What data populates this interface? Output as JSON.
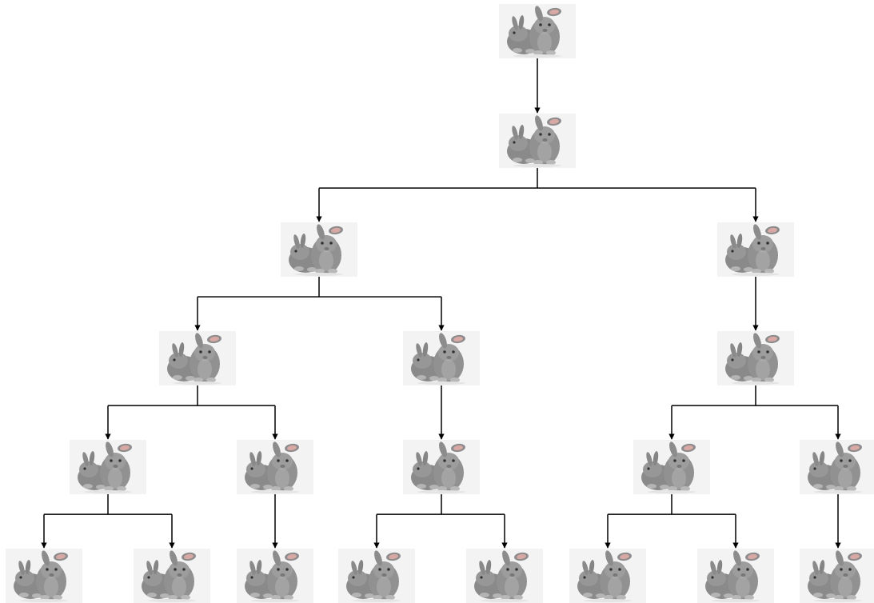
{
  "diagram": {
    "type": "tree",
    "node_image": "rabbit-pair",
    "edge_style": "orthogonal-arrow",
    "colors": {
      "background": "#ffffff",
      "node_backdrop": "#f3f3f3",
      "rabbit_fur": "#8f8f8f",
      "rabbit_fur_light": "#b2b2b2",
      "inner_ear": "#d8a8a4",
      "edge": "#000000"
    },
    "nodes": [
      {
        "id": "n1",
        "level": 1,
        "parent": null
      },
      {
        "id": "n2",
        "level": 2,
        "parent": "n1"
      },
      {
        "id": "n3",
        "level": 3,
        "parent": "n2"
      },
      {
        "id": "n4",
        "level": 3,
        "parent": "n2"
      },
      {
        "id": "n5",
        "level": 4,
        "parent": "n3"
      },
      {
        "id": "n6",
        "level": 4,
        "parent": "n3"
      },
      {
        "id": "n7",
        "level": 4,
        "parent": "n4"
      },
      {
        "id": "n8",
        "level": 5,
        "parent": "n5"
      },
      {
        "id": "n9",
        "level": 5,
        "parent": "n5"
      },
      {
        "id": "n10",
        "level": 5,
        "parent": "n6"
      },
      {
        "id": "n11",
        "level": 5,
        "parent": "n7"
      },
      {
        "id": "n12",
        "level": 5,
        "parent": "n7"
      },
      {
        "id": "n13",
        "level": 6,
        "parent": "n8"
      },
      {
        "id": "n14",
        "level": 6,
        "parent": "n8"
      },
      {
        "id": "n15",
        "level": 6,
        "parent": "n9"
      },
      {
        "id": "n16",
        "level": 6,
        "parent": "n10"
      },
      {
        "id": "n17",
        "level": 6,
        "parent": "n10"
      },
      {
        "id": "n18",
        "level": 6,
        "parent": "n11"
      },
      {
        "id": "n19",
        "level": 6,
        "parent": "n11"
      },
      {
        "id": "n20",
        "level": 6,
        "parent": "n12"
      }
    ]
  }
}
